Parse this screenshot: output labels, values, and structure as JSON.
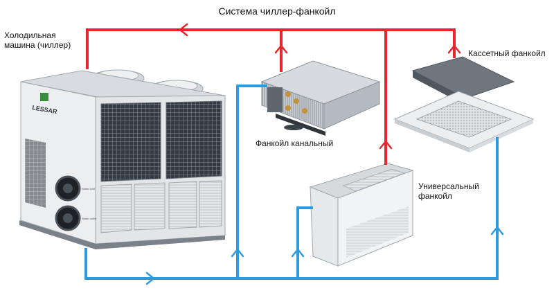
{
  "title": "Система чиллер-фанкойл",
  "labels": {
    "chiller_line1": "Холодильная",
    "chiller_line2": "машина (чиллер)",
    "brand": "LESSAR",
    "duct": "Фанкойл канальный",
    "cassette": "Кассетный фанкойл",
    "universal_line1": "Универсальный",
    "universal_line2": "фанкойл",
    "water_inlet": "Water inlet",
    "water_outlet": "Water outlet"
  },
  "colors": {
    "supply_pipe": "#e8262b",
    "return_pipe": "#2a9be0",
    "unit_body": "#e9ecef",
    "metal": "#b8bec4",
    "dark": "#2a2f35"
  }
}
